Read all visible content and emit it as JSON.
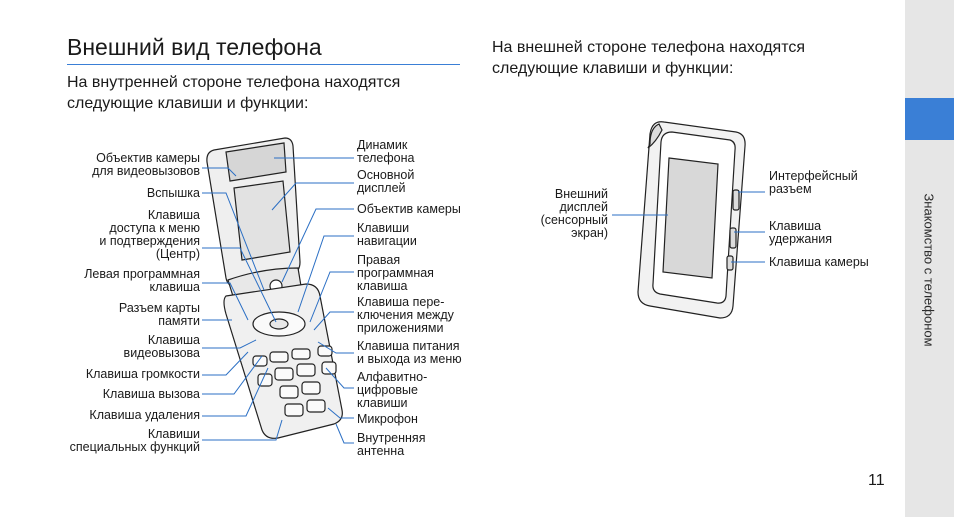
{
  "page": {
    "title": "Внешний вид телефона",
    "intro_inner": "На внутренней стороне телефона находятся следующие клавиши и функции:",
    "intro_outer": "На внешней стороне телефона находятся следующие клавиши и функции:",
    "section_tab": "Знакомство с телефоном",
    "page_number": "11"
  },
  "inner_labels_left": [
    "Объектив камеры\nдля видеовызовов",
    "Вспышка",
    "Клавиша\nдоступа к меню\nи подтверждения\n(Центр)",
    "Левая программная\nклавиша",
    "Разъем карты\nпамяти",
    "Клавиша\nвидеовызова",
    "Клавиша громкости",
    "Клавиша вызова",
    "Клавиша удаления",
    "Клавиши\nспециальных функций"
  ],
  "inner_labels_right": [
    "Динамик\nтелефона",
    "Основной\nдисплей",
    "Объектив камеры",
    "Клавиши\nнавигации",
    "Правая\nпрограммная\nклавиша",
    "Клавиша пере-\nключения между\nприложениями",
    "Клавиша питания\nи выхода из меню",
    "Алфавитно-\nцифровые\nклавиши",
    "Микрофон",
    "Внутренняя\nантенна"
  ],
  "outer_labels": {
    "display": "Внешний\nдисплей\n(сенсорный\nэкран)",
    "interface": "Интерфейсный\nразъем",
    "hold": "Клавиша\nудержания",
    "camera": "Клавиша камеры"
  },
  "colors": {
    "accent": "#3a7fd6",
    "sidebar": "#e6e6e6",
    "leader": "#2b6fc4"
  }
}
